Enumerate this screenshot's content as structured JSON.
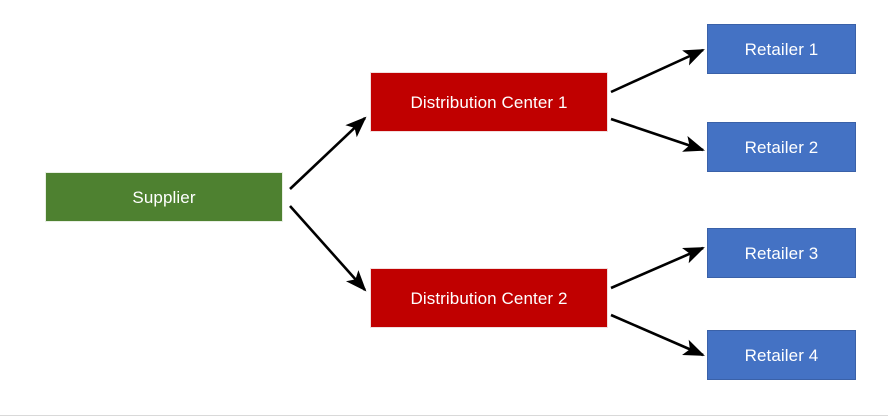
{
  "diagram": {
    "type": "supply-chain-flow",
    "title": "",
    "colors": {
      "supplier": "#4E8130",
      "distribution_center": "#C00000",
      "retailer": "#4472C4",
      "arrow": "#000000",
      "background": "#FFFFFF",
      "label_text": "#FFFFFF"
    },
    "nodes": {
      "supplier": {
        "label": "Supplier",
        "role": "supplier"
      },
      "distribution_centers": [
        {
          "label": "Distribution Center 1",
          "role": "distribution-center"
        },
        {
          "label": "Distribution Center 2",
          "role": "distribution-center"
        }
      ],
      "retailers": [
        {
          "label": "Retailer 1",
          "role": "retailer"
        },
        {
          "label": "Retailer 2",
          "role": "retailer"
        },
        {
          "label": "Retailer 3",
          "role": "retailer"
        },
        {
          "label": "Retailer 4",
          "role": "retailer"
        }
      ]
    },
    "edges": [
      {
        "from": "Supplier",
        "to": "Distribution Center 1",
        "direction": "one-way"
      },
      {
        "from": "Supplier",
        "to": "Distribution Center 2",
        "direction": "one-way"
      },
      {
        "from": "Distribution Center 1",
        "to": "Retailer 1",
        "direction": "one-way"
      },
      {
        "from": "Distribution Center 1",
        "to": "Retailer 2",
        "direction": "one-way"
      },
      {
        "from": "Distribution Center 2",
        "to": "Retailer 3",
        "direction": "one-way"
      },
      {
        "from": "Distribution Center 2",
        "to": "Retailer 4",
        "direction": "one-way"
      }
    ]
  }
}
